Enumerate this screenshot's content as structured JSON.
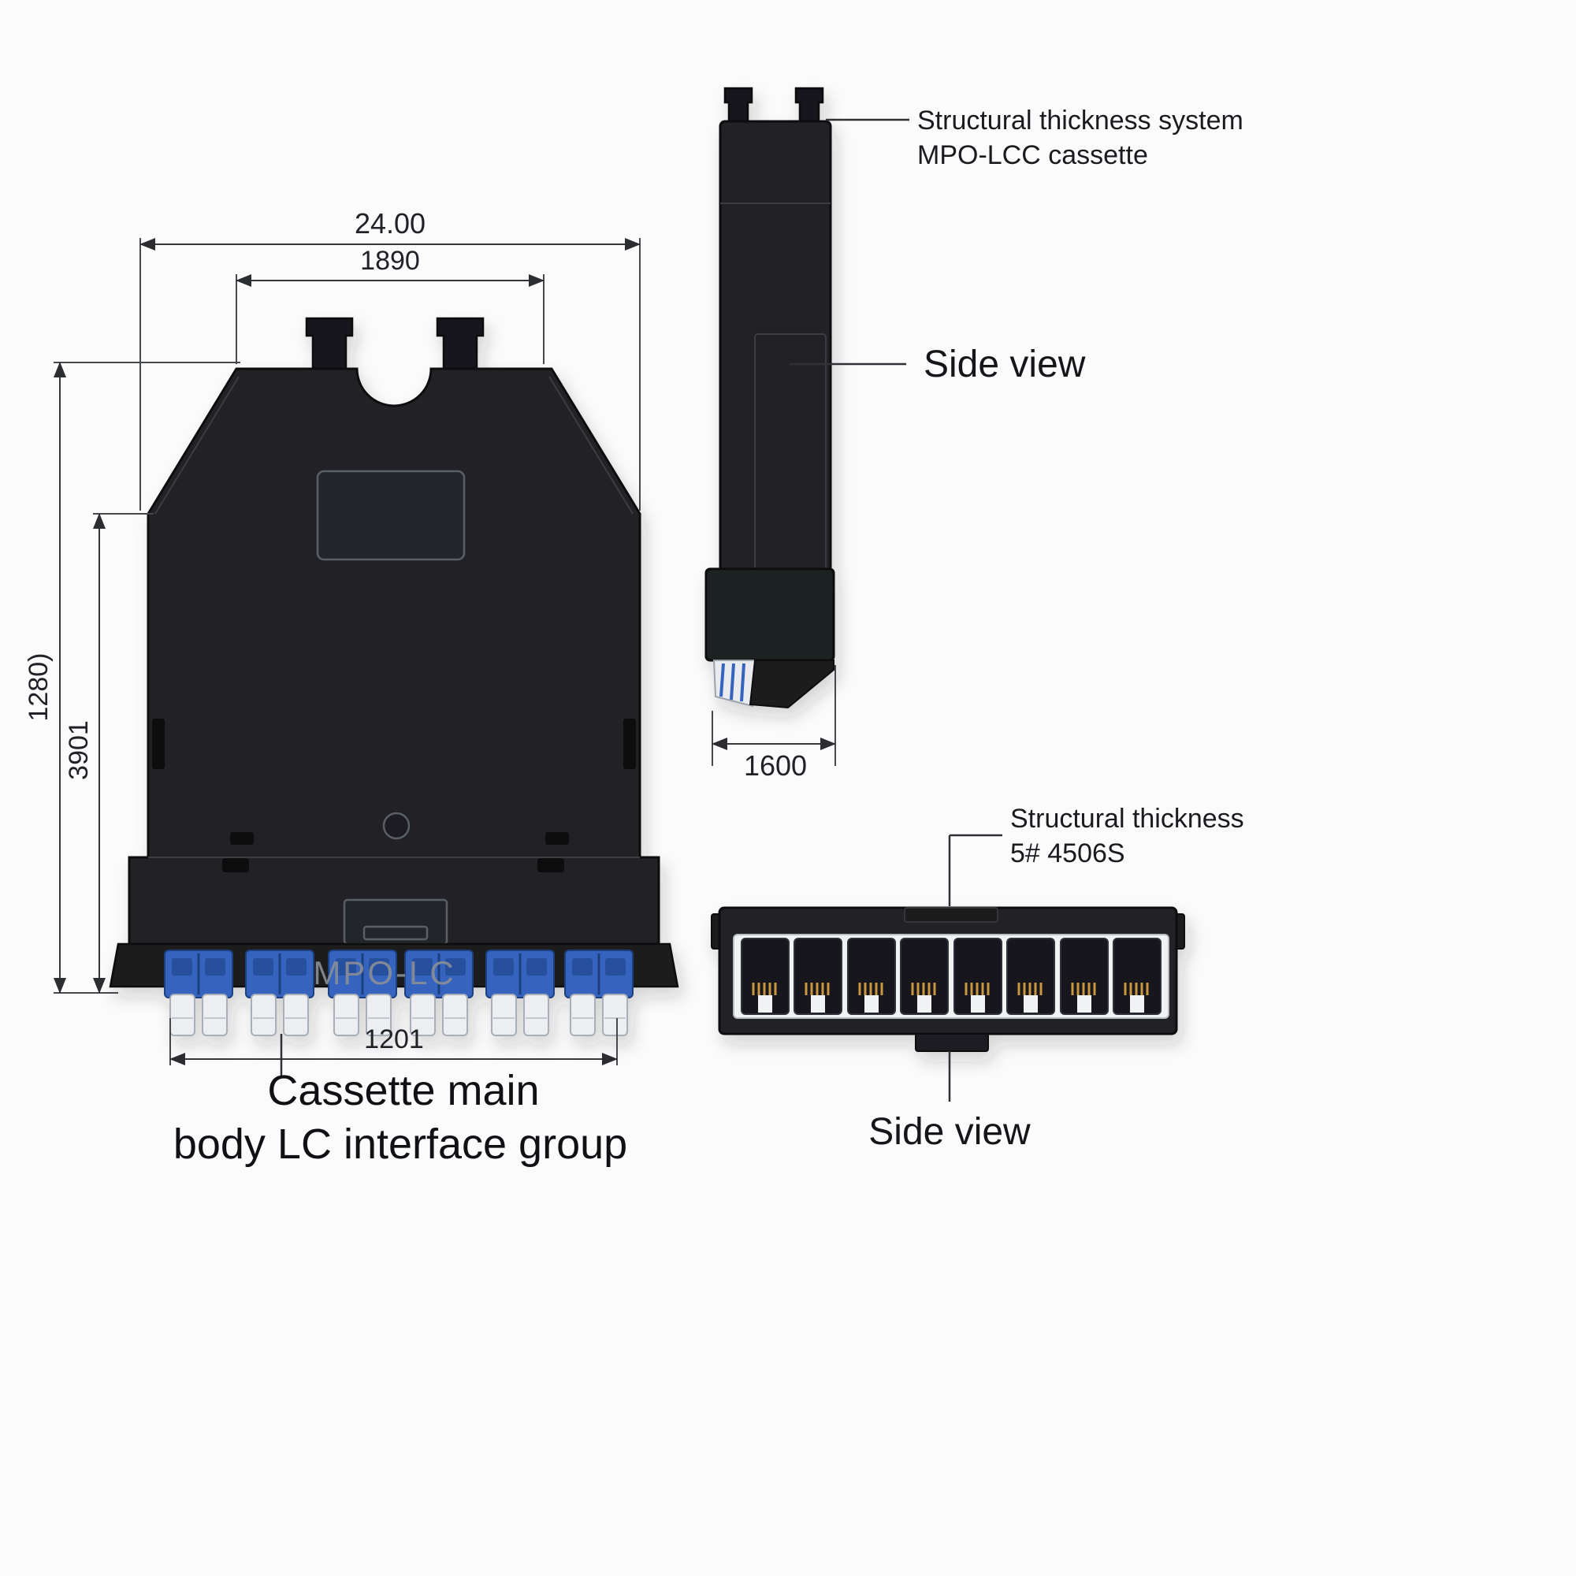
{
  "front_view": {
    "dim_outer_width": "24.00",
    "dim_inner_width": "1890",
    "dim_outer_height": "1280)",
    "dim_inner_height": "3901",
    "dim_connector_width": "1201",
    "body_marking": "MPO-LC",
    "caption": {
      "line1": "Cassette main",
      "line2": "body LC interface group"
    }
  },
  "side_view_top": {
    "callout": {
      "line1": "Structural thickness system",
      "line2": "MPO-LCC cassette"
    },
    "view_label": "Side view",
    "dim_depth": "1600"
  },
  "side_view_bottom": {
    "callout": {
      "line1": "Structural thickness",
      "line2": "5# 4506S"
    },
    "view_label": "Side view"
  },
  "colors": {
    "body_dark": "#212327",
    "connector_blue": "#3563be",
    "connector_white": "#eceef1",
    "port_frame_white": "#f1f2f4",
    "pin_gold": "#c9973f",
    "dimension_line": "#33363a",
    "text": "#1d1f23",
    "background": "#fbfbfc"
  }
}
